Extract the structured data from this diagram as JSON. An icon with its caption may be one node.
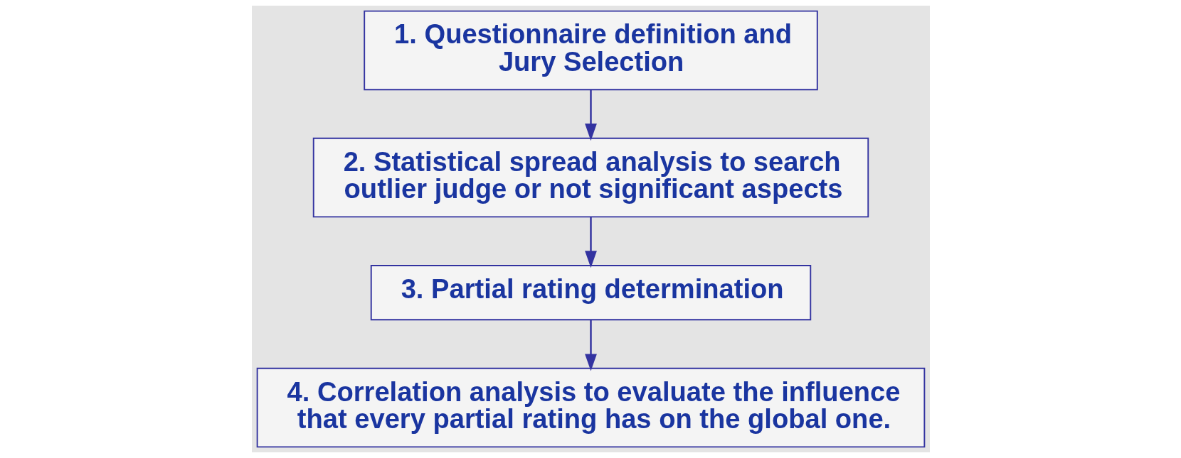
{
  "diagram": {
    "nodes": [
      {
        "text": [
          "1. Questionnaire definition and Jury Selection"
        ]
      },
      {
        "text": [
          "2. Statistical spread analysis to search outlier judge or not significant aspects"
        ]
      },
      {
        "text": [
          "3. Partial rating determination"
        ]
      },
      {
        "text": [
          "4. Correlation analysis to evaluate the influence that every partial rating has on the global one."
        ]
      }
    ],
    "edges": [
      {
        "from": 0,
        "to": 1,
        "arrow": "to"
      },
      {
        "from": 1,
        "to": 2,
        "arrow": "to"
      },
      {
        "from": 2,
        "to": 3,
        "arrow": "to"
      }
    ]
  }
}
